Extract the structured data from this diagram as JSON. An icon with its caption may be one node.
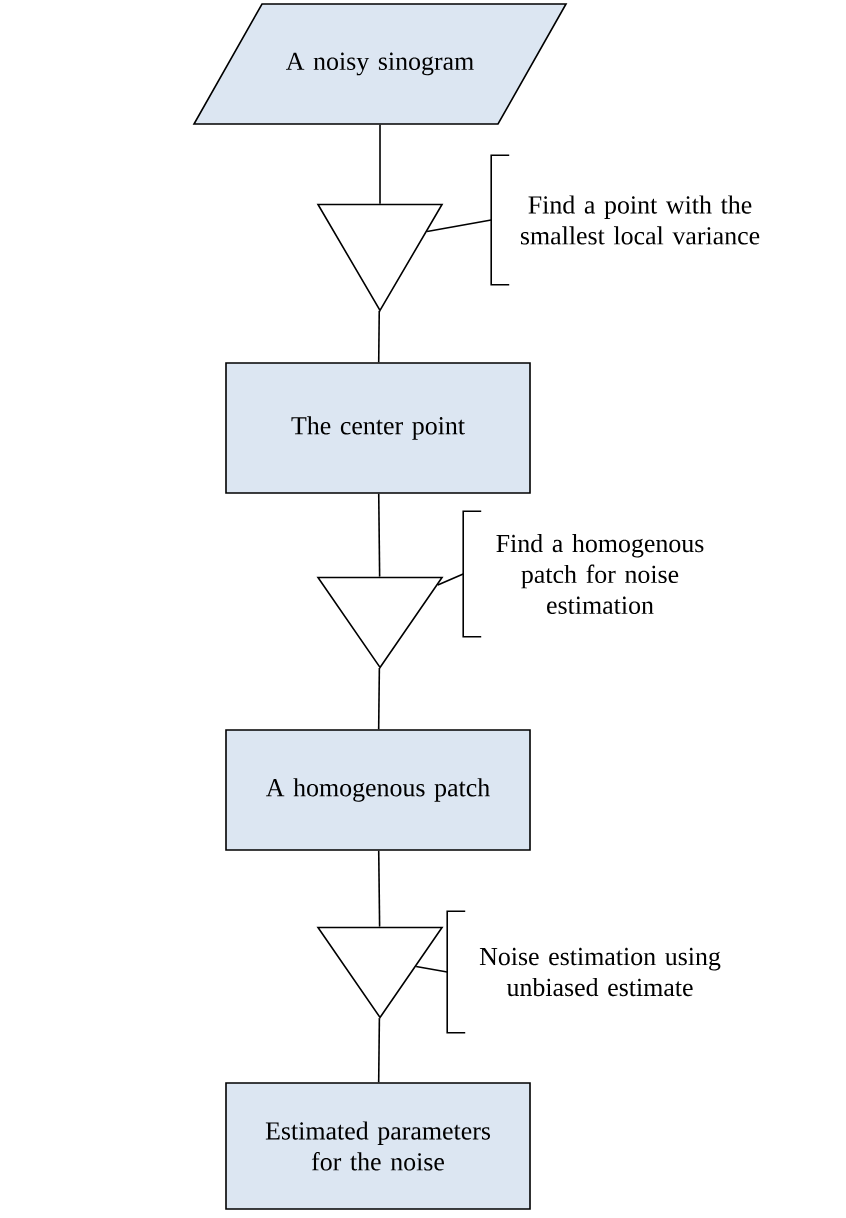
{
  "diagram": {
    "nodes": [
      {
        "text": [
          "A noisy sinogram"
        ]
      },
      {
        "text": [],
        "shape": "triangle"
      },
      {
        "text": [
          "Find a point with the smallest local variance"
        ]
      },
      {
        "text": [
          "The center point"
        ]
      },
      {
        "text": [],
        "shape": "triangle"
      },
      {
        "text": [
          "Find a homogenous patch for noise estimation"
        ]
      },
      {
        "text": [
          "A homogenous patch"
        ]
      },
      {
        "text": [],
        "shape": "triangle"
      },
      {
        "text": [
          "Noise estimation using unbiased estimate"
        ]
      },
      {
        "text": [
          "Estimated parameters for the noise"
        ]
      }
    ],
    "edges": [
      {
        "from": 0,
        "to": 1,
        "arrow": "none"
      },
      {
        "from": 1,
        "to": 2,
        "arrow": "none"
      },
      {
        "from": 1,
        "to": 3,
        "arrow": "none"
      },
      {
        "from": 3,
        "to": 4,
        "arrow": "none"
      },
      {
        "from": 4,
        "to": 5,
        "arrow": "none"
      },
      {
        "from": 4,
        "to": 6,
        "arrow": "none"
      },
      {
        "from": 6,
        "to": 7,
        "arrow": "none"
      },
      {
        "from": 7,
        "to": 8,
        "arrow": "none"
      },
      {
        "from": 7,
        "to": 9,
        "arrow": "none"
      }
    ]
  }
}
